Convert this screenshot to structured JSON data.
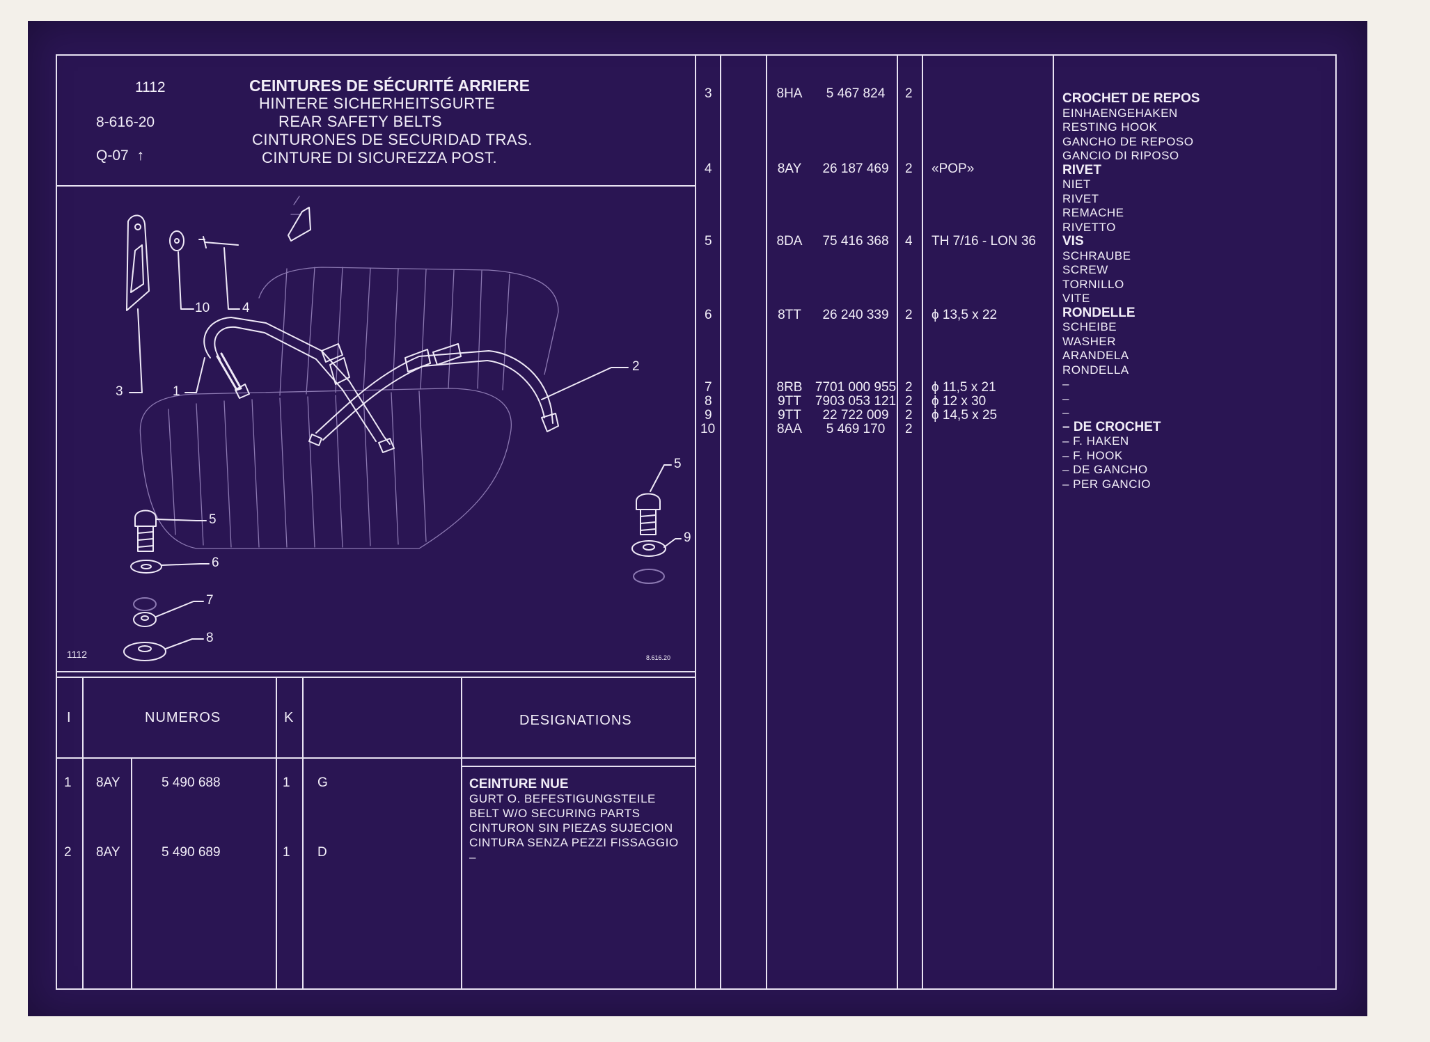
{
  "header": {
    "code": "1112",
    "ref": "8-616-20",
    "q": "Q-07",
    "title_fr": "CEINTURES DE SÉCURITÉ ARRIERE",
    "titles": [
      "HINTERE SICHERHEITSGURTE",
      "REAR SAFETY BELTS",
      "CINTURONES DE SECURIDAD TRAS.",
      "CINTURE DI SICUREZZA POST."
    ]
  },
  "drawing": {
    "code": "1112",
    "ref": "8.616.20",
    "callouts": [
      "10",
      "4",
      "3",
      "1",
      "2",
      "5",
      "5",
      "9",
      "6",
      "7",
      "8"
    ]
  },
  "table_header": {
    "index": "I",
    "numeros": "NUMEROS",
    "k": "K",
    "designations": "DESIGNATIONS"
  },
  "left_rows": [
    {
      "idx": "1",
      "code": "8AY",
      "number": "5 490 688",
      "qty": "1",
      "note": "G"
    },
    {
      "idx": "2",
      "code": "8AY",
      "number": "5 490 689",
      "qty": "1",
      "note": "D"
    }
  ],
  "left_desc": {
    "main": "CEINTURE NUE",
    "subs": [
      "GURT O. BEFESTIGUNGSTEILE",
      "BELT W/O SECURING PARTS",
      "CINTURON SIN PIEZAS SUJECION",
      "CINTURA SENZA PEZZI FISSAGGIO",
      "–"
    ]
  },
  "right_rows": [
    {
      "idx": "3",
      "code": "8HA",
      "number": "5 467 824",
      "qty": "2",
      "note": ""
    },
    {
      "idx": "4",
      "code": "8AY",
      "number": "26 187 469",
      "qty": "2",
      "note": "«POP»"
    },
    {
      "idx": "5",
      "code": "8DA",
      "number": "75 416 368",
      "qty": "4",
      "note": "TH 7/16 - LON 36"
    },
    {
      "idx": "6",
      "code": "8TT",
      "number": "26 240 339",
      "qty": "2",
      "note": "ϕ 13,5 x 22"
    },
    {
      "idx": "7",
      "code": "8RB",
      "number": "7701 000 955",
      "qty": "2",
      "note": "ϕ 11,5 x 21"
    },
    {
      "idx": "8",
      "code": "9TT",
      "number": "7903 053 121",
      "qty": "2",
      "note": "ϕ 12 x 30"
    },
    {
      "idx": "9",
      "code": "9TT",
      "number": "22 722 009",
      "qty": "2",
      "note": "ϕ 14,5 x 25"
    },
    {
      "idx": "10",
      "code": "8AA",
      "number": "5 469 170",
      "qty": "2",
      "note": ""
    }
  ],
  "right_desc": [
    {
      "main": "CROCHET DE REPOS",
      "subs": [
        "EINHAENGEHAKEN",
        "RESTING HOOK",
        "GANCHO DE REPOSO",
        "GANCIO DI RIPOSO"
      ]
    },
    {
      "main": "RIVET",
      "subs": [
        "NIET",
        "RIVET",
        "REMACHE",
        "RIVETTO"
      ]
    },
    {
      "main": "VIS",
      "subs": [
        "SCHRAUBE",
        "SCREW",
        "TORNILLO",
        "VITE"
      ]
    },
    {
      "main": "RONDELLE",
      "subs": [
        "SCHEIBE",
        "WASHER",
        "ARANDELA",
        "RONDELLA",
        "–",
        "–",
        "–"
      ]
    },
    {
      "main": "– DE CROCHET",
      "subs": [
        "– F. HAKEN",
        "– F. HOOK",
        "– DE GANCHO",
        "– PER GANCIO"
      ]
    }
  ]
}
